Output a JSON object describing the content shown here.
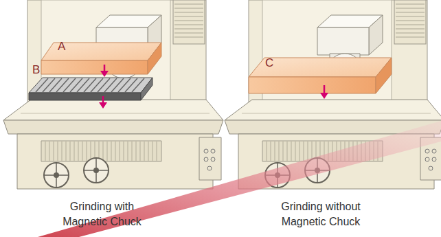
{
  "diagram": {
    "labels": [
      "A",
      "B",
      "C",
      "Grinding with Magnetic Chuck",
      "Grinding without Magnetic Chuck"
    ]
  }
}
